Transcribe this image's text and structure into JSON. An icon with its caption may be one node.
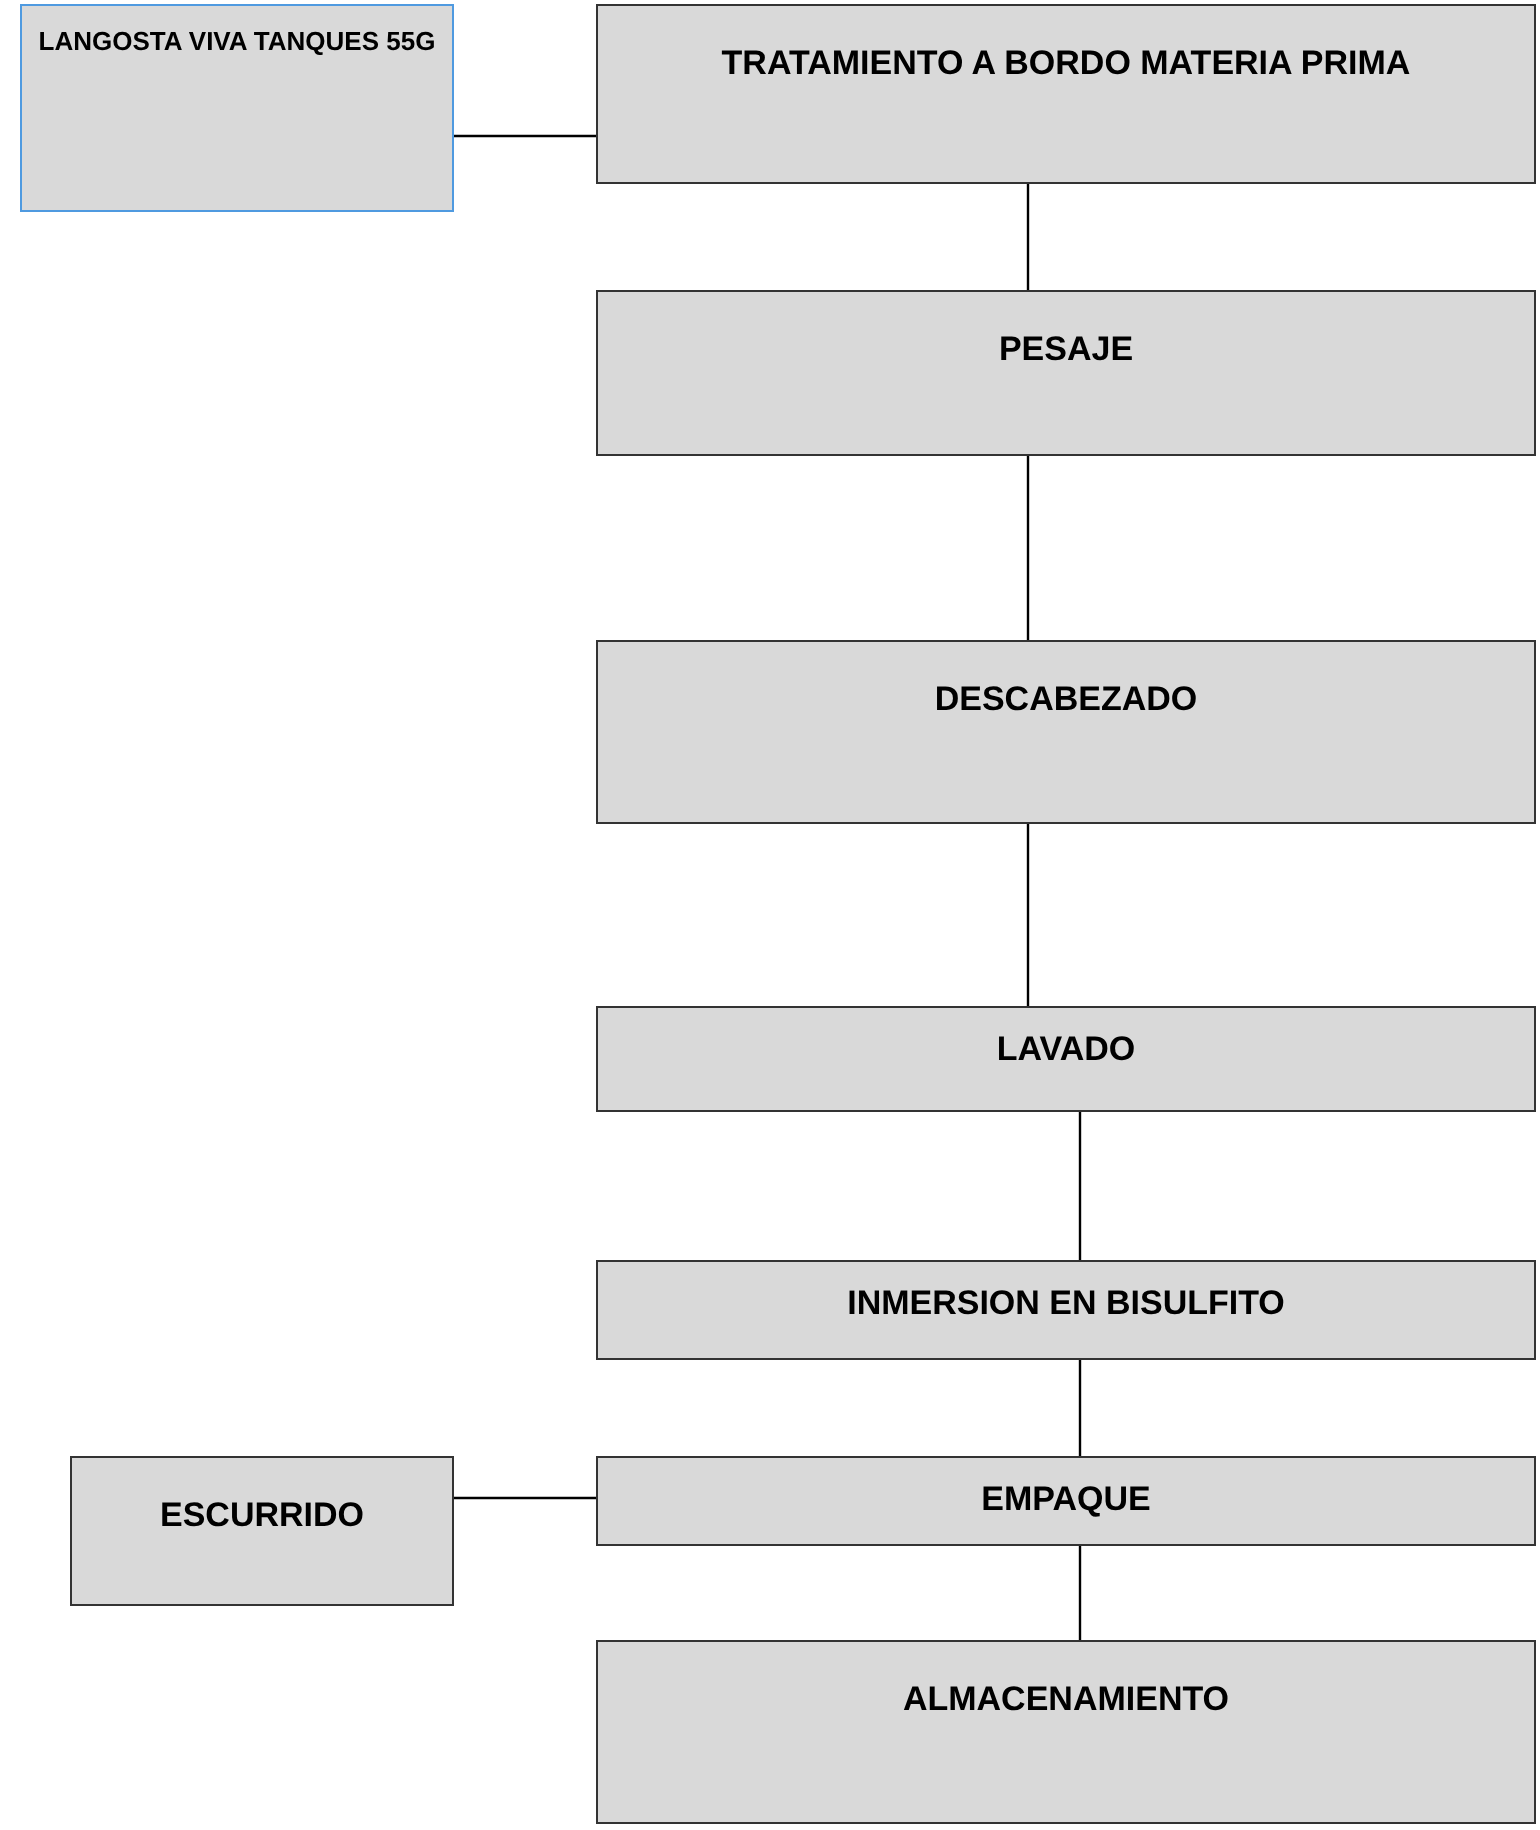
{
  "diagram": {
    "nodes": [
      {
        "text": [
          "LANGOSTA VIVA TANQUES 55G"
        ]
      },
      {
        "text": [
          "TRATAMIENTO A BORDO MATERIA PRIMA"
        ]
      },
      {
        "text": [
          "PESAJE"
        ]
      },
      {
        "text": [
          "DESCABEZADO"
        ]
      },
      {
        "text": [
          "LAVADO"
        ]
      },
      {
        "text": [
          "INMERSION EN BISULFITO"
        ]
      },
      {
        "text": [
          "ESCURRIDO"
        ]
      },
      {
        "text": [
          "EMPAQUE"
        ]
      },
      {
        "text": [
          "ALMACENAMIENTO"
        ]
      }
    ],
    "edges": [
      {
        "from": 0,
        "to": 1,
        "arrow": "none"
      },
      {
        "from": 1,
        "to": 2,
        "arrow": "none"
      },
      {
        "from": 2,
        "to": 3,
        "arrow": "none"
      },
      {
        "from": 3,
        "to": 4,
        "arrow": "none"
      },
      {
        "from": 4,
        "to": 5,
        "arrow": "none"
      },
      {
        "from": 5,
        "to": 7,
        "arrow": "none"
      },
      {
        "from": 6,
        "to": 7,
        "arrow": "none"
      },
      {
        "from": 7,
        "to": 8,
        "arrow": "none"
      }
    ]
  }
}
